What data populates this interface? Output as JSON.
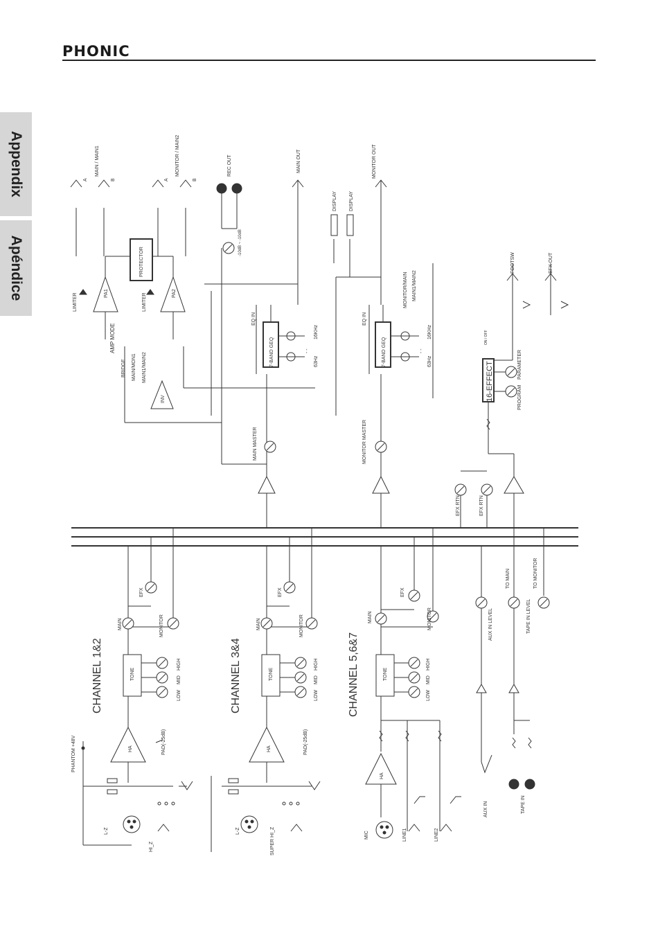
{
  "header": {
    "brand": "PHONIC"
  },
  "side_tabs": [
    {
      "label": "Appendix"
    },
    {
      "label": "Apéndice"
    }
  ],
  "diagram": {
    "channels": [
      {
        "title": "CHANNEL 1&2",
        "pre_amp": "HA",
        "tone": "TONE",
        "pad": "PAD(-25dB)",
        "inputs": [
          "L-Z",
          "HI_Z"
        ],
        "phantom": "PHANTOM +48V"
      },
      {
        "title": "CHANNEL 3&4",
        "pre_amp": "HA",
        "tone": "TONE",
        "pad": "PAD(-25dB)",
        "inputs": [
          "L-Z",
          "SUPER HI_Z"
        ]
      },
      {
        "title": "CHANNEL 5,6&7",
        "pre_amp": "HA",
        "tone": "TONE",
        "inputs": [
          "MIC",
          "LINE1",
          "LINE2"
        ]
      }
    ],
    "eq_bands": [
      "LOW",
      "MID",
      "HIGH"
    ],
    "channel_sends": [
      "MAIN",
      "MONITOR",
      "EFX"
    ],
    "aux_section": {
      "aux_level": "AUX IN LEVEL",
      "aux_in": "AUX IN",
      "tape_level": "TAPE IN LEVEL",
      "tape_in": "TAPE IN",
      "to_main": "TO MAIN",
      "to_monitor": "TO MONITOR"
    },
    "masters": {
      "main": "MAIN MASTER",
      "monitor": "MONITOR MASTER"
    },
    "effects": {
      "unit": "16-EFFECT",
      "program": "PROGRAM",
      "parameter": "PARAMETER",
      "footsw": "FOOTSW",
      "efx_out": "EFX OUT",
      "efx_rtn_1": "EFX RTN",
      "efx_rtn_2": "EFX RTN",
      "on_off": "ON / OFF"
    },
    "geq": {
      "unit": "7-BAND GEQ",
      "eq_in": "EQ IN",
      "low_freq": "63Hz",
      "high_freq": "16KHz",
      "dots": "- -"
    },
    "monitor_switch": [
      "MONITOR/MAIN",
      "MAIN1/MAIN2"
    ],
    "amp": {
      "pa1": "PA1",
      "pa2": "PA2",
      "protector": "PROTECTOR",
      "limiter": "LIMITER",
      "amp_mode": "AMP MODE",
      "modes": [
        "BRIDGE",
        "MAIN/MON1",
        "MAIN1/MAIN2"
      ],
      "inv": "INV"
    },
    "outputs": {
      "main_main1": "MAIN / MAIN1",
      "monitor_main2": "MONITOR / MAIN2",
      "jack_a": "A",
      "jack_b": "B",
      "rec_out": "REC OUT",
      "rec_range": "-10dB ~ -10dB",
      "main_out": "MAIN OUT",
      "monitor_out": "MONITOR OUT",
      "display": "DISPLAY"
    }
  }
}
